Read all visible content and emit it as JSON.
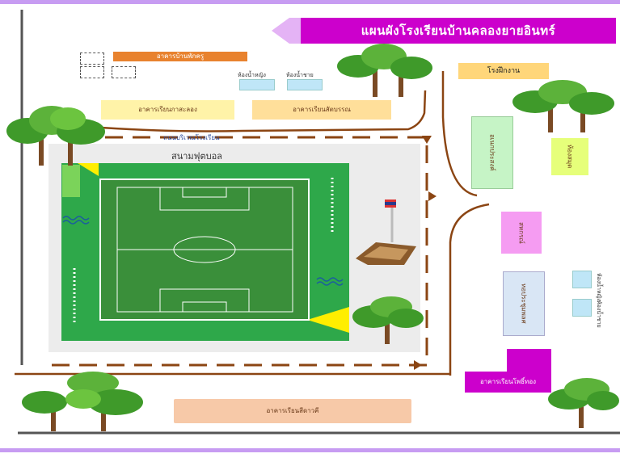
{
  "title": "แผนผังโรงเรียนบ้านคลองยายอินทร์",
  "labels": {
    "teacher_house": "อาคารบ้านพักครู",
    "girls_toilet": "ห้องน้ำหญิง",
    "boys_toilet": "ห้องน้ำชาย",
    "building_kasalong": "อาคารเรียนกาสะลอง",
    "building_satban": "อาคารเรียนสัตบรรณ",
    "road_label": "ถนนบริเวณโรงเรียน",
    "football_field": "สนามฟุตบอล",
    "workshop": "โรงฝึกงาน",
    "building_right_1": "อเนกประสงค์",
    "building_right_2": "ห้องสมุด",
    "building_right_3": "สหกรณ์",
    "building_right_4": "หอประชุมพลศ",
    "toilet_right_1": "ห้องน้ำหญิง",
    "toilet_right_2": "ห้องน้ำชาย",
    "building_phosithong": "อาคารเรียนโพธิ์ทอง",
    "building_sidaokhae": "อาคารเรียนสีดาวคี"
  },
  "colors": {
    "title_bg": "#cc00cc",
    "stripe": "#c79cf2",
    "field_green": "#2ea84a",
    "road_brown": "#8b4513"
  }
}
